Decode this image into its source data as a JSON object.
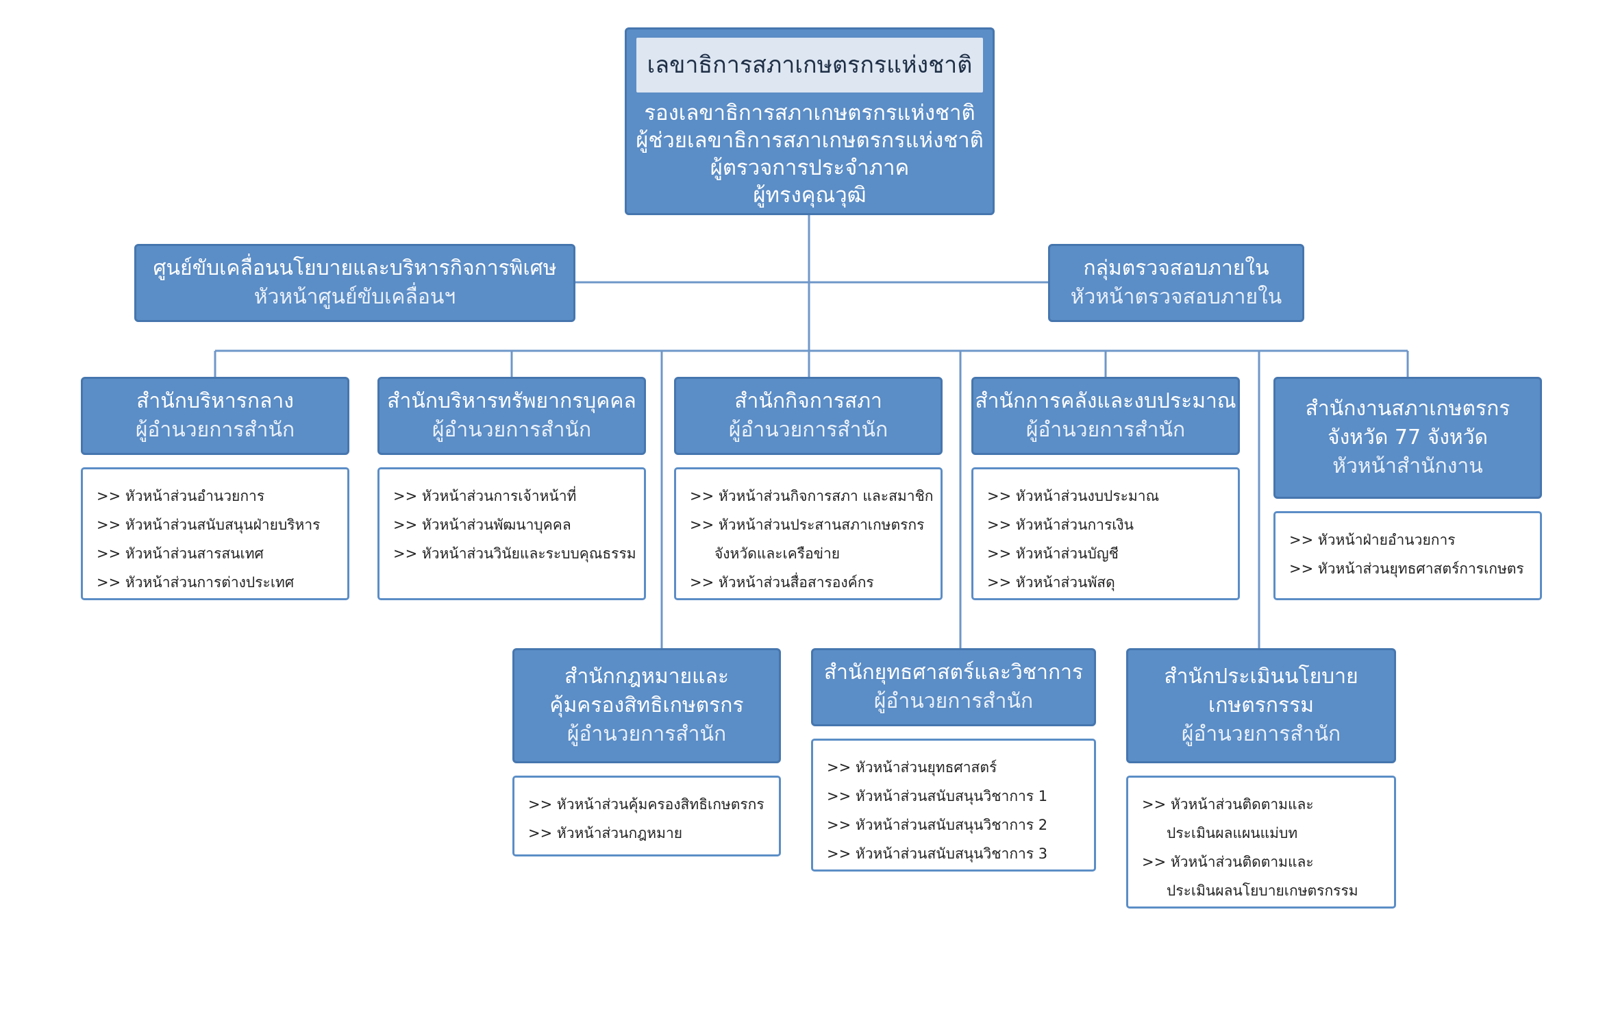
{
  "top": {
    "title": "เลขาธิการสภาเกษตรกรแห่งชาติ",
    "lines": [
      "รองเลขาธิการสภาเกษตรกรแห่งชาติ",
      "ผู้ช่วยเลขาธิการสภาเกษตรกรแห่งชาติ",
      "ผู้ตรวจการประจำภาค",
      "ผู้ทรงคุณวุฒิ"
    ]
  },
  "side_left": {
    "title": "ศูนย์ขับเคลื่อนนโยบายและบริหารกิจการพิเศษ",
    "head": "หัวหน้าศูนย์ขับเคลื่อนฯ"
  },
  "side_right": {
    "title": "กลุ่มตรวจสอบภายใน",
    "head": "หัวหน้าตรวจสอบภายใน"
  },
  "offices": [
    {
      "title": "สำนักบริหารกลาง",
      "head": "ผู้อำนวยการสำนัก",
      "items": [
        ">> หัวหน้าส่วนอำนวยการ",
        ">> หัวหน้าส่วนสนับสนุนฝ่ายบริหาร",
        ">> หัวหน้าส่วนสารสนเทศ",
        ">> หัวหน้าส่วนการต่างประเทศ"
      ]
    },
    {
      "title": "สำนักบริหารทรัพยากรบุคคล",
      "head": "ผู้อำนวยการสำนัก",
      "items": [
        ">> หัวหน้าส่วนการเจ้าหน้าที่",
        ">> หัวหน้าส่วนพัฒนาบุคคล",
        ">> หัวหน้าส่วนวินัยและระบบคุณธรรม"
      ]
    },
    {
      "title": "สำนักกิจการสภา",
      "head": "ผู้อำนวยการสำนัก",
      "items": [
        ">> หัวหน้าส่วนกิจการสภา และสมาชิก",
        ">> หัวหน้าส่วนประสานสภาเกษตรกร",
        "จังหวัดและเครือข่าย",
        ">> หัวหน้าส่วนสื่อสารองค์กร"
      ]
    },
    {
      "title": "สำนักการคลังและงบประมาณ",
      "head": "ผู้อำนวยการสำนัก",
      "items": [
        ">> หัวหน้าส่วนงบประมาณ",
        ">> หัวหน้าส่วนการเงิน",
        ">> หัวหน้าส่วนบัญชี",
        ">> หัวหน้าส่วนพัสดุ"
      ]
    },
    {
      "title": "สำนักงานสภาเกษตรกร",
      "title2": "จังหวัด 77 จังหวัด",
      "head": "หัวหน้าสำนักงาน",
      "items": [
        ">> หัวหน้าฝ่ายอำนวยการ",
        ">> หัวหน้าส่วนยุทธศาสตร์การเกษตร"
      ]
    }
  ],
  "bottom": [
    {
      "title": "สำนักกฎหมายและ",
      "title2": "คุ้มครองสิทธิเกษตรกร",
      "head": "ผู้อำนวยการสำนัก",
      "items": [
        ">> หัวหน้าส่วนคุ้มครองสิทธิเกษตรกร",
        ">> หัวหน้าส่วนกฎหมาย"
      ]
    },
    {
      "title": "สำนักยุทธศาสตร์และวิชาการ",
      "head": "ผู้อำนวยการสำนัก",
      "items": [
        ">> หัวหน้าส่วนยุทธศาสตร์",
        ">> หัวหน้าส่วนสนับสนุนวิชาการ 1",
        ">> หัวหน้าส่วนสนับสนุนวิชาการ 2",
        ">> หัวหน้าส่วนสนับสนุนวิชาการ 3"
      ]
    },
    {
      "title": "สำนักประเมินนโยบาย",
      "title2": "เกษตรกรรม",
      "head": "ผู้อำนวยการสำนัก",
      "items": [
        ">> หัวหน้าส่วนติดตามและ",
        "ประเมินผลแผนแม่บท",
        ">> หัวหน้าส่วนติดตามและ",
        "ประเมินผลนโยบายเกษตรกรรม"
      ]
    }
  ],
  "colors": {
    "box_fill": "#5b8dc6",
    "box_border": "#4676ae",
    "connector": "#6f97c8",
    "title_fill": "#dde6f1"
  }
}
